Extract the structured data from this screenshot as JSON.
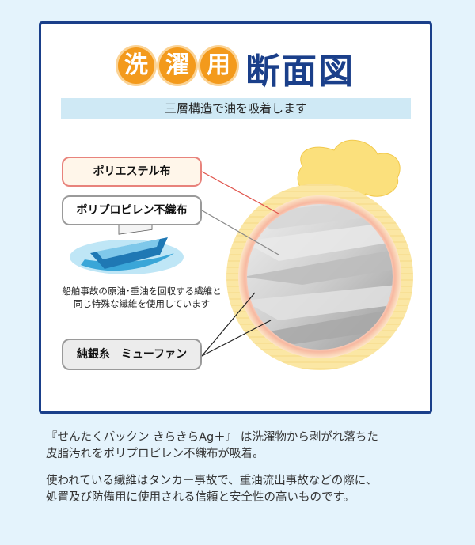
{
  "title": {
    "circle_chars": [
      "洗",
      "濯",
      "用"
    ],
    "main": "断面図"
  },
  "subtitle": "三層構造で油を吸着します",
  "labels": {
    "polyester": "ポリエステル布",
    "polypropylene": "ポリプロピレン不織布",
    "silver": "純銀糸　ミューファン"
  },
  "ship_caption": [
    "船舶事故の原油･重油を回収する繊維と",
    "同じ特殊な繊維を使用しています"
  ],
  "description": {
    "p1": [
      "『せんたくパックン きらきらAg＋』 は洗濯物から剥がれ落ちた",
      "皮脂汚れをポリプロピレン不織布が吸着。"
    ],
    "p2": [
      "使われている繊維はタンカー事故で、重油流出事故などの際に、",
      "処置及び防備用に使用される信頼と安全性の高いものです。"
    ]
  },
  "colors": {
    "background": "#e4f3fc",
    "panel_border": "#1a3f8a",
    "accent_orange": "#f39a1c",
    "title_navy": "#1a3f8a",
    "band": "#cfe9f5",
    "outer_ring_yellow": "#fbe8a0",
    "polyester_line": "#e0524a"
  },
  "icons": [
    "ship-icon",
    "pouch-knot-icon"
  ]
}
